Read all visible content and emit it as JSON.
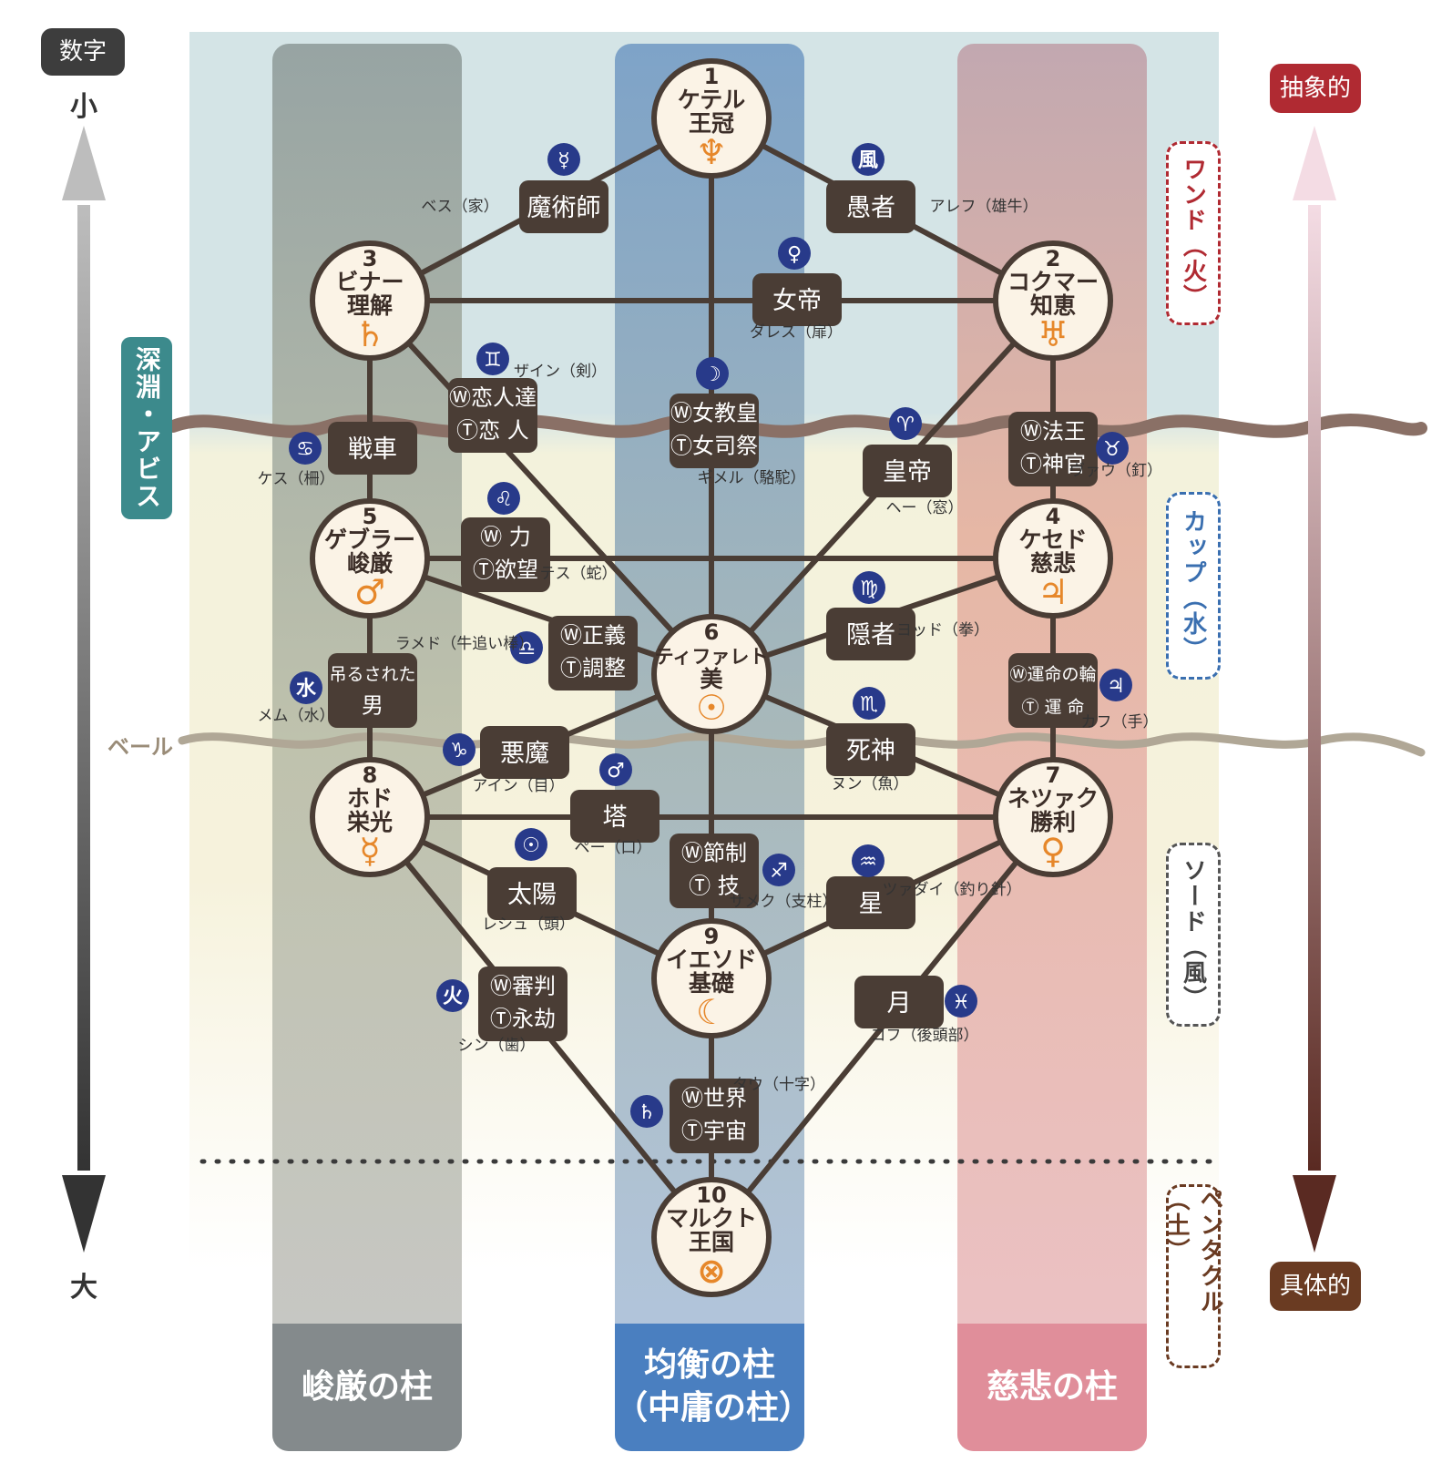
{
  "axes": {
    "left_title": "数字",
    "left_top": "小",
    "left_bottom": "大",
    "right_top": "抽象的",
    "right_bottom": "具体的"
  },
  "abyss_label": "深淵・アビス",
  "veil_label": "ベール",
  "suits": [
    "ワンド（火）",
    "カップ（水）",
    "ソード（風）",
    "ペンタクル（土）"
  ],
  "pillars": [
    "峻厳の柱",
    "均衡の柱\n（中庸の柱）",
    "慈悲の柱"
  ],
  "sephirot": [
    {
      "num": "1",
      "name": "ケテル",
      "meaning": "王冠",
      "symbol": "♆"
    },
    {
      "num": "2",
      "name": "コクマー",
      "meaning": "知恵",
      "symbol": "♅"
    },
    {
      "num": "3",
      "name": "ビナー",
      "meaning": "理解",
      "symbol": "♄"
    },
    {
      "num": "4",
      "name": "ケセド",
      "meaning": "慈悲",
      "symbol": "♃"
    },
    {
      "num": "5",
      "name": "ゲブラー",
      "meaning": "峻厳",
      "symbol": "♂"
    },
    {
      "num": "6",
      "name": "ティファレト",
      "meaning": "美",
      "symbol": "☉"
    },
    {
      "num": "7",
      "name": "ネツァク",
      "meaning": "勝利",
      "symbol": "♀"
    },
    {
      "num": "8",
      "name": "ホド",
      "meaning": "栄光",
      "symbol": "☿"
    },
    {
      "num": "9",
      "name": "イエソド",
      "meaning": "基礎",
      "symbol": "☾"
    },
    {
      "num": "10",
      "name": "マルクト",
      "meaning": "王国",
      "symbol": "⊗"
    }
  ],
  "paths": [
    {
      "lines": [
        "魔術師"
      ],
      "symbol": "☿",
      "hebrew": "ベス（家）"
    },
    {
      "lines": [
        "愚者"
      ],
      "symbol": "風",
      "hebrew": "アレフ（雄牛）"
    },
    {
      "lines": [
        "女帝"
      ],
      "symbol": "♀",
      "hebrew": "ダレス（扉）"
    },
    {
      "lines": [
        "Ⓦ恋人達",
        "Ⓣ恋 人"
      ],
      "symbol": "♊",
      "hebrew": "ザイン（剣）"
    },
    {
      "lines": [
        "Ⓦ女教皇",
        "Ⓣ女司祭"
      ],
      "symbol": "☽",
      "hebrew": "ギメル（駱駝）"
    },
    {
      "lines": [
        "戦車"
      ],
      "symbol": "♋",
      "hebrew": "ケス（柵）"
    },
    {
      "lines": [
        "皇帝"
      ],
      "symbol": "♈",
      "hebrew": "ヘー（窓）"
    },
    {
      "lines": [
        "Ⓦ法王",
        "Ⓣ神官"
      ],
      "symbol": "♉",
      "hebrew": "ヴァウ（釘）"
    },
    {
      "lines": [
        "Ⓦ 力",
        "Ⓣ欲望"
      ],
      "symbol": "♌",
      "hebrew": "テス（蛇）"
    },
    {
      "lines": [
        "隠者"
      ],
      "symbol": "♍",
      "hebrew": "ヨッド（拳）"
    },
    {
      "lines": [
        "Ⓦ正義",
        "Ⓣ調整"
      ],
      "symbol": "♎",
      "hebrew": "ラメド（牛追い棒）"
    },
    {
      "lines": [
        "吊るされた",
        "男"
      ],
      "symbol": "水",
      "hebrew": "メム（水）"
    },
    {
      "lines": [
        "Ⓦ運命の輪",
        "Ⓣ 運 命"
      ],
      "symbol": "♃",
      "hebrew": "カフ（手）"
    },
    {
      "lines": [
        "悪魔"
      ],
      "symbol": "♑",
      "hebrew": "アイン（目）"
    },
    {
      "lines": [
        "死神"
      ],
      "symbol": "♏",
      "hebrew": "ヌン（魚）"
    },
    {
      "lines": [
        "塔"
      ],
      "symbol": "♂",
      "hebrew": "ペー（口）"
    },
    {
      "lines": [
        "Ⓦ節制",
        "Ⓣ 技"
      ],
      "symbol": "♐",
      "hebrew": "サメク（支柱）"
    },
    {
      "lines": [
        "太陽"
      ],
      "symbol": "☉",
      "hebrew": "レシュ（頭）"
    },
    {
      "lines": [
        "星"
      ],
      "symbol": "♒",
      "hebrew": "ツァダイ（釣り針）"
    },
    {
      "lines": [
        "Ⓦ審判",
        "Ⓣ永劫"
      ],
      "symbol": "火",
      "hebrew": "シン（歯）"
    },
    {
      "lines": [
        "月"
      ],
      "symbol": "♓",
      "hebrew": "コフ（後頭部）"
    },
    {
      "lines": [
        "Ⓦ世界",
        "Ⓣ宇宙"
      ],
      "symbol": "♄",
      "hebrew": "タウ（十字）"
    }
  ],
  "colors": {
    "severity_pillar": "#9aa5a5",
    "balance_pillar": "#6f9cc6",
    "mercy_pillar": "#d89aa8",
    "node_fill": "#fbf3e6",
    "box_fill": "#4a3d35",
    "symbol_bg": "#283a8a",
    "planet_orange": "#e6872a",
    "wave_brown": "#8a7066"
  }
}
